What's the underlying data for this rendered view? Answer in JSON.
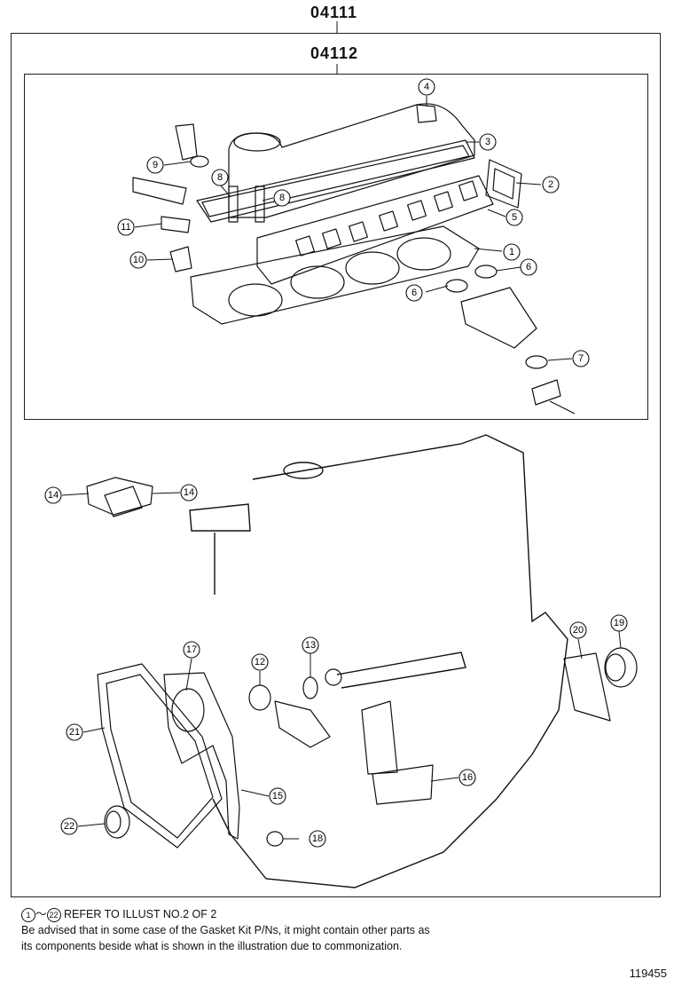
{
  "header": {
    "outer_code": "04111",
    "inner_code": "04112"
  },
  "callouts": [
    "1",
    "2",
    "3",
    "4",
    "5",
    "6",
    "6",
    "7",
    "8",
    "8",
    "9",
    "10",
    "11",
    "12",
    "13",
    "14",
    "14",
    "15",
    "16",
    "17",
    "18",
    "19",
    "20",
    "21",
    "22"
  ],
  "notes": {
    "range_start": "1",
    "range_sep": "～",
    "range_end": "22",
    "refer_text": "REFER TO ILLUST NO.2 OF 2",
    "advisory_line1": "Be advised that in some case of the Gasket Kit P/Ns,  it might contain other parts as",
    "advisory_line2": "its components beside what is shown in the illustration due to commonization."
  },
  "figure_id": "119455"
}
